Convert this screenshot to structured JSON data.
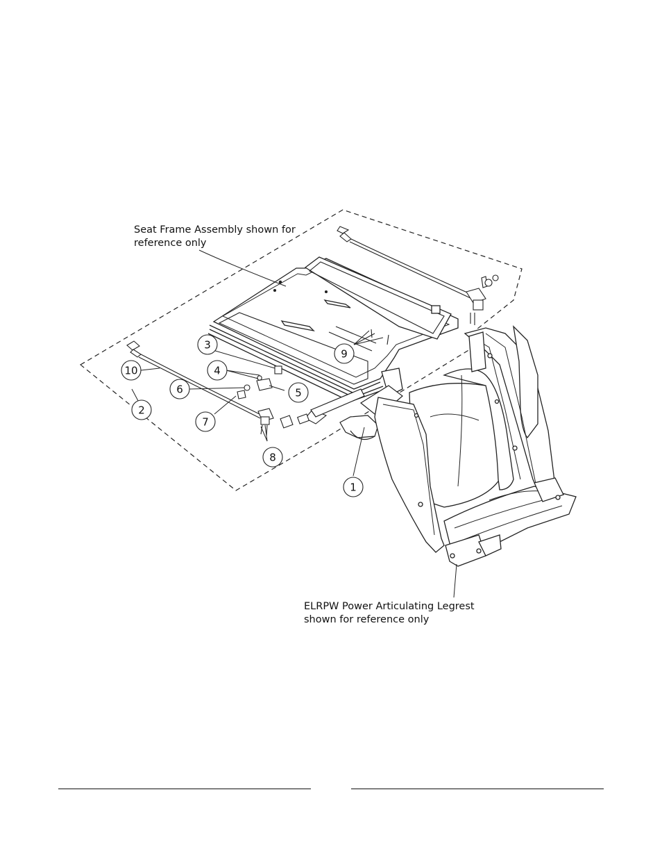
{
  "notes": {
    "seat_frame": {
      "line1": "Seat Frame Assembly shown for",
      "line2": "reference only"
    },
    "legrest": {
      "line1": "ELRPW Power Articulating Legrest",
      "line2": "shown for reference only"
    }
  },
  "callouts": [
    "1",
    "2",
    "3",
    "4",
    "5",
    "6",
    "7",
    "8",
    "9",
    "10"
  ]
}
